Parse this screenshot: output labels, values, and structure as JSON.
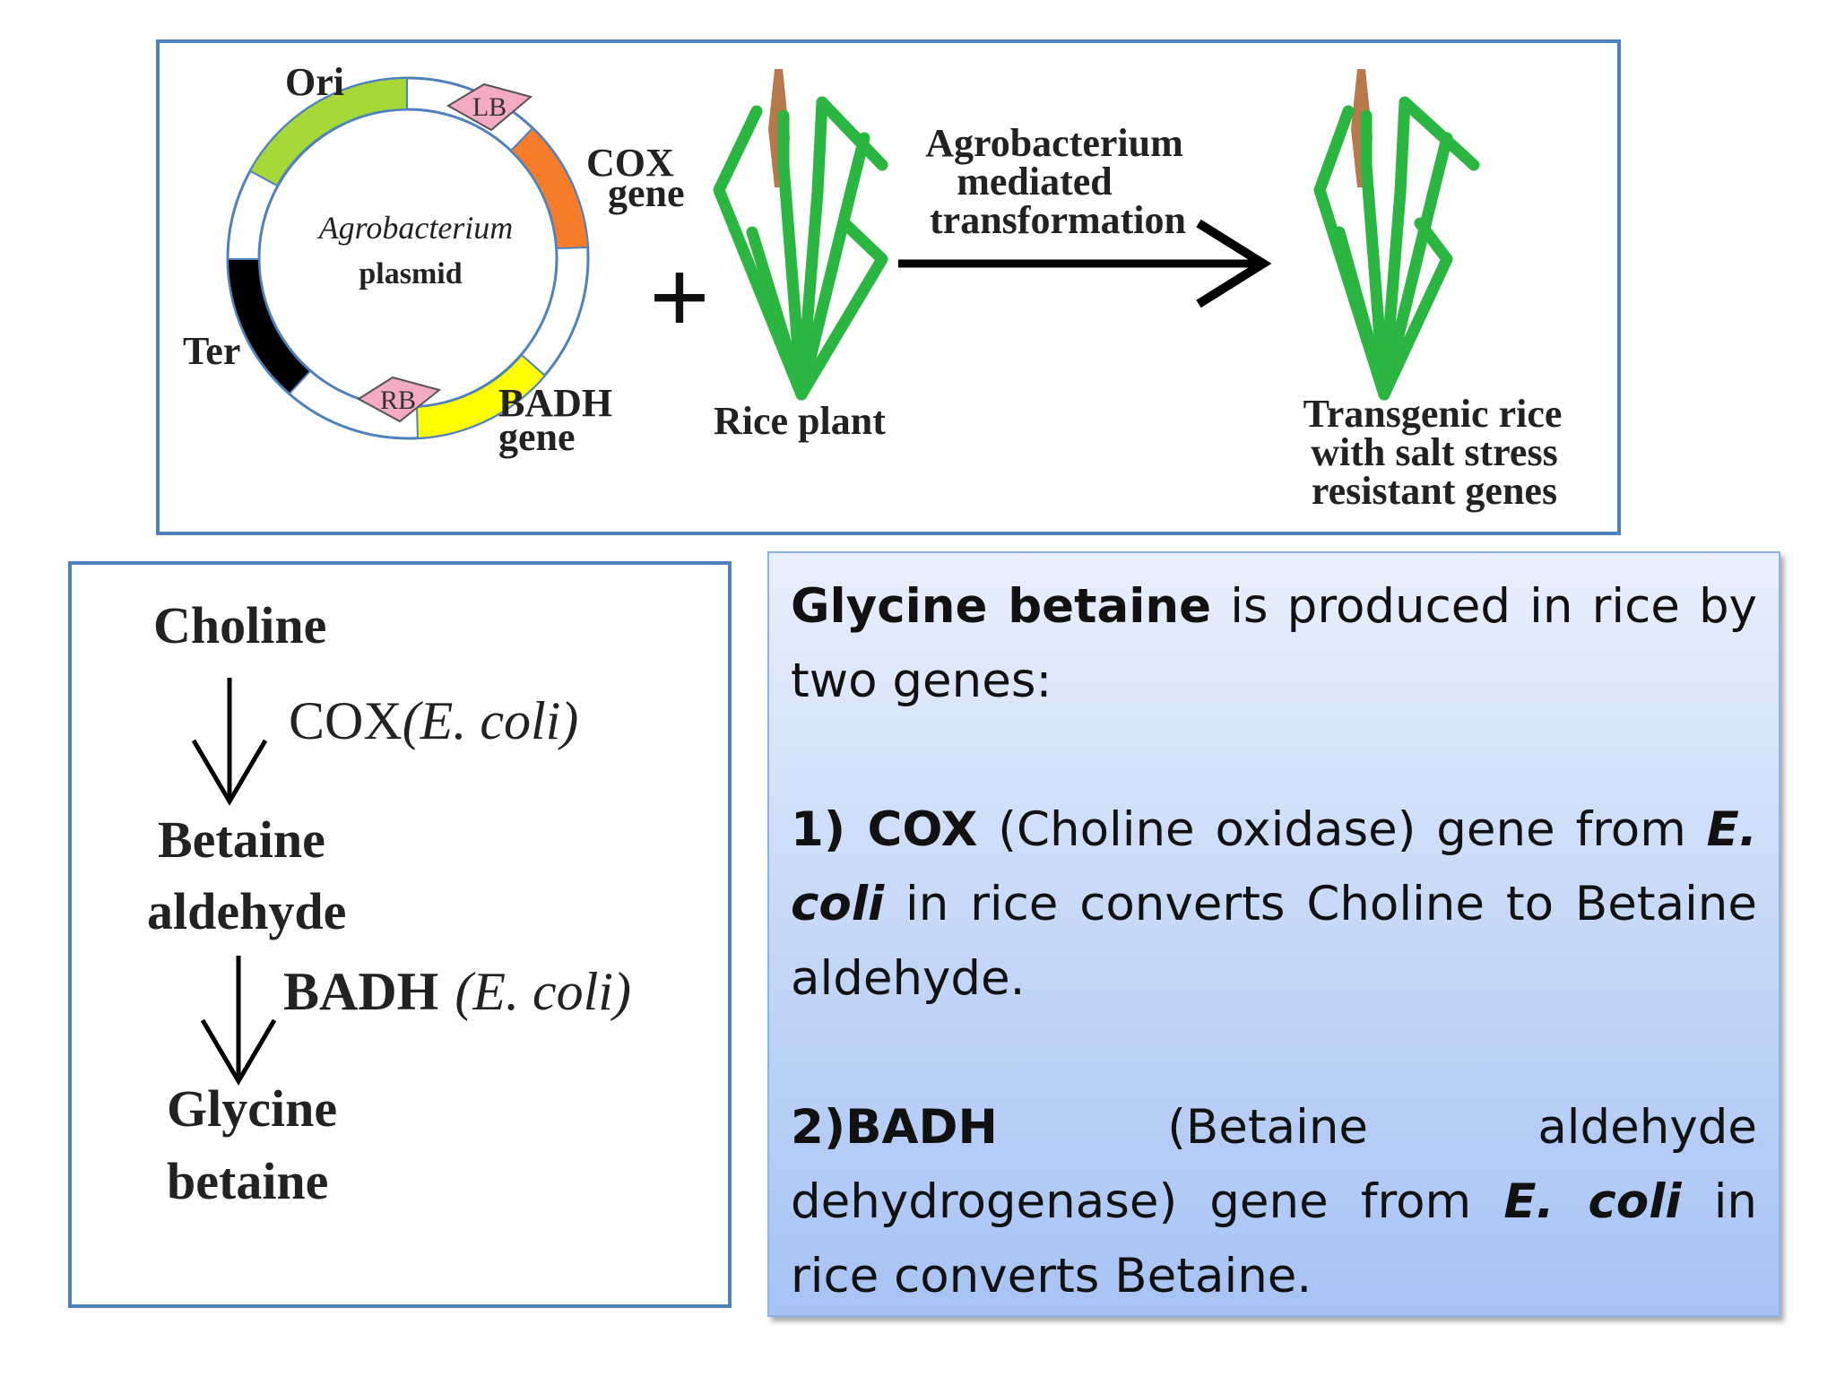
{
  "plasmid": {
    "center_label_line1": "Agrobacterium",
    "center_label_line2": "plasmid",
    "ori_label": "Ori",
    "lb_label": "LB",
    "rb_label": "RB",
    "ter_label": "Ter",
    "cox_label_line1": "COX",
    "cox_label_line2": "gene",
    "badh_label_line1": "BADH",
    "badh_label_line2": "gene"
  },
  "plus_sign": "+",
  "rice_plant_label": "Rice plant",
  "transformation": {
    "line1": "Agrobacterium",
    "line2": "mediated",
    "line3": "transformation"
  },
  "transgenic": {
    "line1": "Transgenic rice",
    "line2": "with salt stress",
    "line3": "resistant genes"
  },
  "pathway": {
    "step1": "Choline",
    "enzyme1_name": "COX",
    "enzyme1_source": "(E. coli)",
    "step2_line1": "Betaine",
    "step2_line2": "aldehyde",
    "enzyme2_name": "BADH",
    "enzyme2_source": "(E. coli)",
    "step3_line1": "Glycine",
    "step3_line2": "betaine"
  },
  "explanation": {
    "intro_bold": "Glycine betaine",
    "intro_rest": " is produced in rice by two genes:",
    "item1_bold": "1) COX",
    "item1_a": " (Choline oxidase) gene from ",
    "item1_italic": "E. coli",
    "item1_b": " in rice converts Choline to Betaine aldehyde.",
    "item2_bold": "2)BADH",
    "item2_a": " (Betaine aldehyde dehydrogenase) gene from ",
    "item2_italic": "E. coli",
    "item2_b": " in rice converts Betaine."
  },
  "colors": {
    "ori_segment": "#a6d937",
    "cox_segment": "#f97c2b",
    "badh_segment": "#ffff00",
    "ter_segment": "#000000",
    "border_marker": "#f4a9c4",
    "leaf_green": "#2bb641",
    "panicle_brown": "#b7784c",
    "plasmid_ring": "#4f81bd"
  }
}
